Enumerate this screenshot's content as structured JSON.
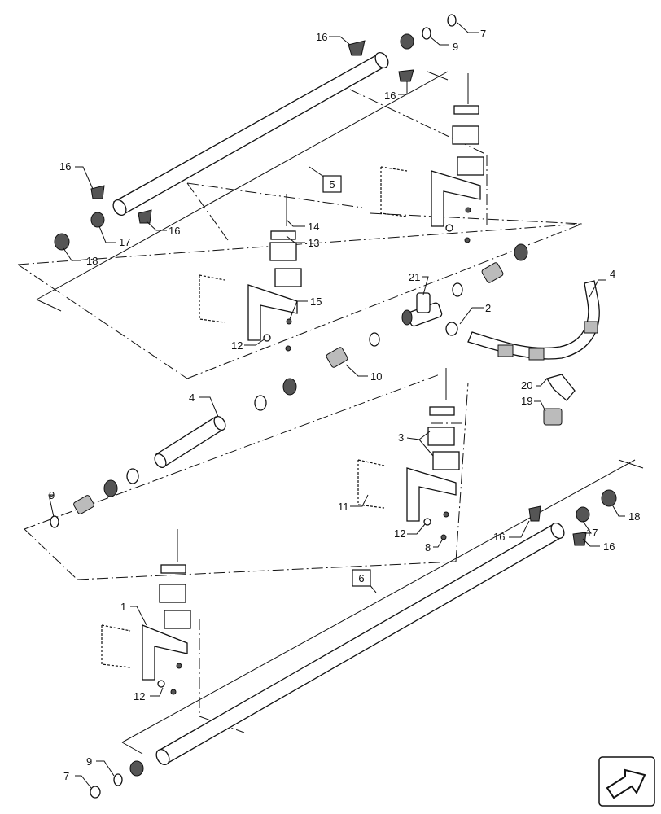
{
  "callouts": {
    "c1": "1",
    "c2": "2",
    "c3": "3",
    "c4a": "4",
    "c4b": "4",
    "c5": "5",
    "c6": "6",
    "c7a": "7",
    "c7b": "7",
    "c8": "8",
    "c9a": "9",
    "c9b": "9",
    "c9c": "9",
    "c10": "10",
    "c11": "11",
    "c12a": "12",
    "c12b": "12",
    "c12c": "12",
    "c13": "13",
    "c14": "14",
    "c15": "15",
    "c16a": "16",
    "c16b": "16",
    "c16c": "16",
    "c16d": "16",
    "c16e": "16",
    "c16f": "16",
    "c17a": "17",
    "c17b": "17",
    "c18a": "18",
    "c18b": "18",
    "c19": "19",
    "c20": "20",
    "c21": "21"
  },
  "nav_icon": "next-arrow-icon"
}
